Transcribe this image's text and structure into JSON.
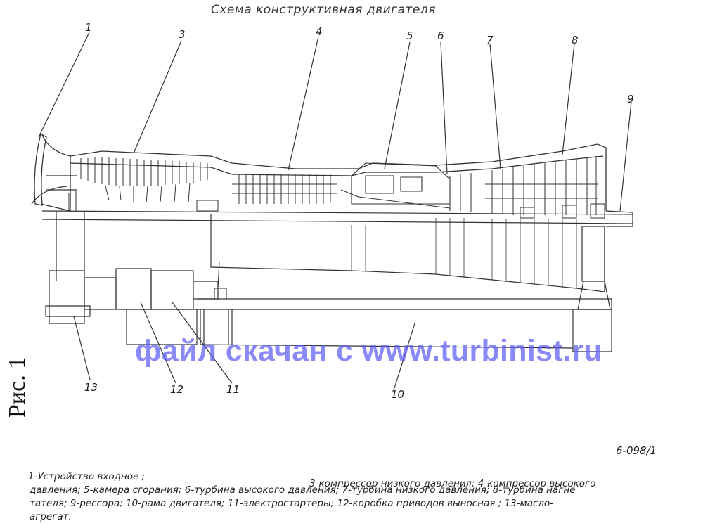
{
  "title": "Схема конструктивная двигателя",
  "figure_label": "Рис. 1",
  "watermark": "файл скачан с www.turbinist.ru",
  "doc_number": "6-098/1",
  "callouts": [
    "1",
    "3",
    "4",
    "5",
    "6",
    "7",
    "8",
    "9",
    "10",
    "11",
    "12",
    "13"
  ],
  "legend": {
    "line1": "1-Устройство входное ;",
    "line1b": "3-компрессор низкого давления;  4-компрессор высокого",
    "line2": "давления; 5-камера сгорания; 6-турбина высокого давления; 7-турбина низкого давления;  8-турбина нагне",
    "line3": "тателя; 9-рессора;    10-рама двигателя;   11-электростартеры;  12-коробка приводов выносная ;    13-масло-",
    "line4": "агрегат."
  }
}
